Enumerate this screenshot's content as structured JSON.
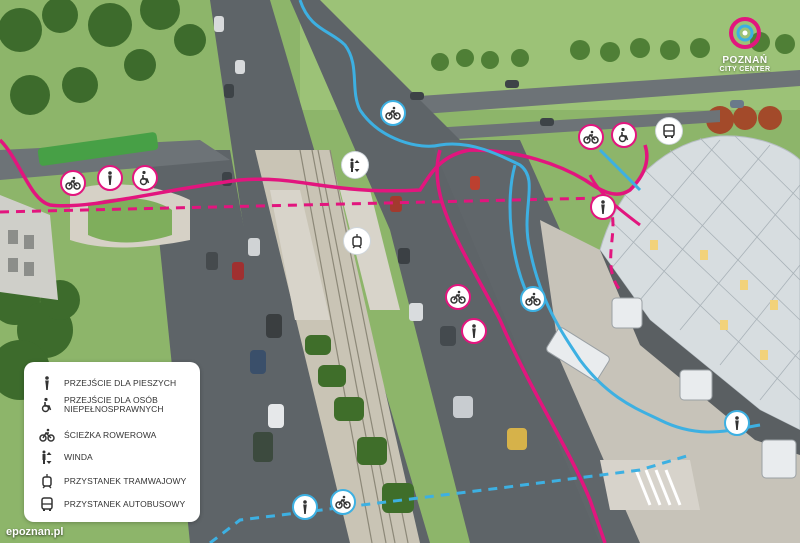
{
  "logo": {
    "line1": "POZNAŃ",
    "line2": "CITY CENTER"
  },
  "legend": {
    "items": [
      {
        "icon": "pedestrian-icon",
        "label": "PRZEJŚCIE DLA PIESZYCH"
      },
      {
        "icon": "wheelchair-icon",
        "label": "PRZEJŚCIE DLA OSÓB\nNIEPEŁNOSPRAWNYCH"
      },
      {
        "icon": "bicycle-icon",
        "label": "ŚCIEŻKA ROWEROWA"
      },
      {
        "icon": "elevator-icon",
        "label": "WINDA"
      },
      {
        "icon": "tram-icon",
        "label": "PRZYSTANEK TRAMWAJOWY"
      },
      {
        "icon": "bus-icon",
        "label": "PRZYSTANEK AUTOBUSOWY"
      }
    ]
  },
  "watermark": "epoznan.pl",
  "colors": {
    "pedestrian_route": "#e2157e",
    "bicycle_route": "#3db0e2"
  }
}
